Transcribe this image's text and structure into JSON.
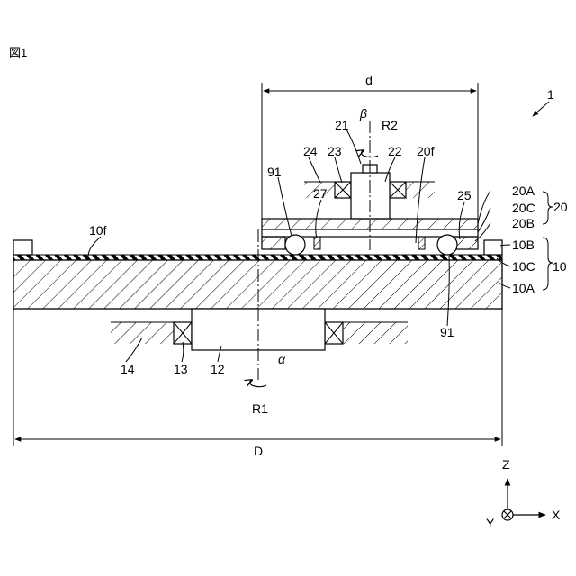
{
  "figure_label": "図1",
  "labels": {
    "assembly": "1",
    "d": "d",
    "D": "D",
    "beta": "β",
    "alpha": "α",
    "l21": "21",
    "R2": "R2",
    "R1": "R1",
    "l24": "24",
    "l23": "23",
    "l22": "22",
    "l20f": "20f",
    "l91a": "91",
    "l91b": "91",
    "l27": "27",
    "l25": "25",
    "l20A": "20A",
    "l20C": "20C",
    "l20B": "20B",
    "l20": "20",
    "l10f": "10f",
    "l10B": "10B",
    "l10C": "10C",
    "l10A": "10A",
    "l10": "10",
    "l14": "14",
    "l13": "13",
    "l12": "12",
    "axisZ": "Z",
    "axisX": "X",
    "axisY": "Y"
  }
}
